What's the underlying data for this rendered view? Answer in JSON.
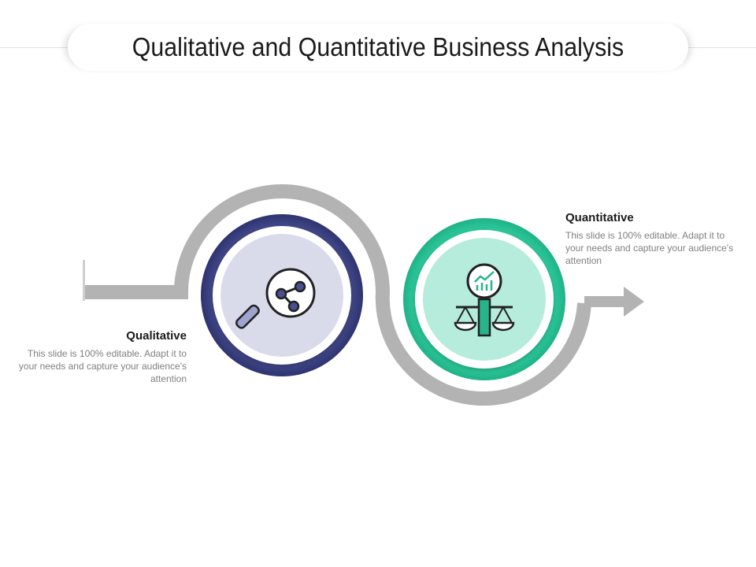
{
  "slide": {
    "title": "Qualitative and Quantitative Business Analysis"
  },
  "steps": [
    {
      "heading": "Qualitative",
      "body": "This slide is 100% editable. Adapt it to your needs and capture your audience's attention",
      "icon": "magnifier-share-icon",
      "ring_color": "#3d4485",
      "fill_color": "#d9dbea"
    },
    {
      "heading": "Quantitative",
      "body": "This slide is 100% editable. Adapt it to your needs and capture your audience's attention",
      "icon": "magnifier-chart-scale-icon",
      "ring_color": "#27c89a",
      "fill_color": "#b5ecdc"
    }
  ],
  "colors": {
    "path": "#b3b3b3",
    "icon_stroke": "#222222",
    "icon_accent_blue": "#4a4f8f",
    "icon_accent_green": "#27b48a"
  }
}
